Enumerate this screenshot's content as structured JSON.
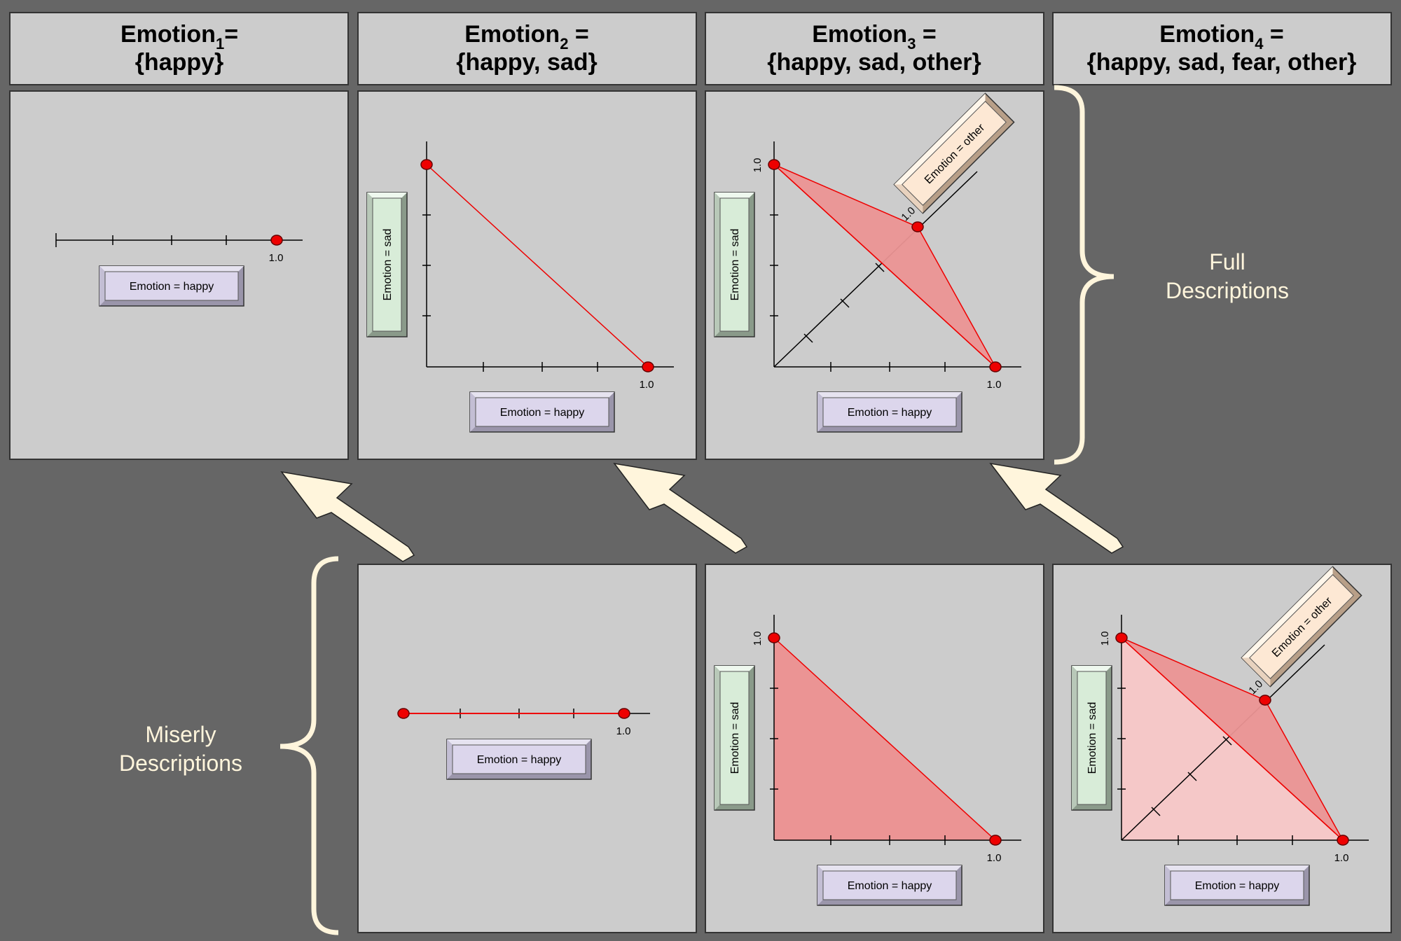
{
  "headers": [
    {
      "name": "Emotion",
      "sub": "1",
      "eq": "=",
      "set": "{happy}"
    },
    {
      "name": "Emotion",
      "sub": "2",
      "eq": " =",
      "set": "{happy, sad}"
    },
    {
      "name": "Emotion",
      "sub": "3",
      "eq": " =",
      "set": "{happy, sad, other}"
    },
    {
      "name": "Emotion",
      "sub": "4",
      "eq": " =",
      "set": "{happy, sad, fear, other}"
    }
  ],
  "side_labels": {
    "full": [
      "Full",
      "Descriptions"
    ],
    "miserly": [
      "Miserly",
      "Descriptions"
    ]
  },
  "axis_labels": {
    "happy": "Emotion = happy",
    "sad": "Emotion = sad",
    "other": "Emotion = other",
    "tick_value": "1.0"
  },
  "colors": {
    "background": "#666666",
    "panel": "#cccccc",
    "accent_cream": "#fff5dc",
    "point_red": "#ee0000",
    "fill_red": "#eb9494",
    "fill_light_red": "#f5c8c8",
    "happy_box": "#dcd6ec",
    "sad_box": "#d8ecd8",
    "other_box": "#fde8d4"
  }
}
